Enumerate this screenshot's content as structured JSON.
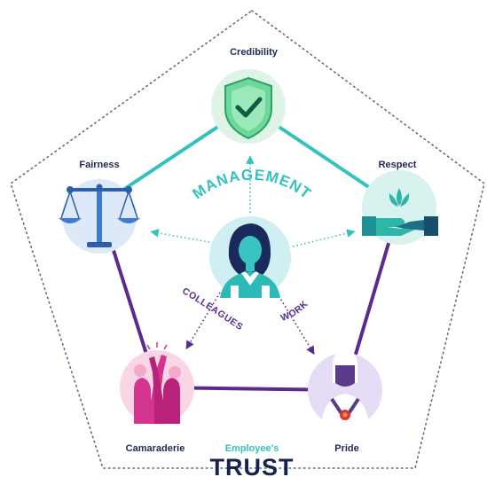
{
  "nodes": {
    "credibility": {
      "label": "Credibility",
      "icon": "shield-check-icon"
    },
    "respect": {
      "label": "Respect",
      "icon": "handshake-lotus-icon"
    },
    "fairness": {
      "label": "Fairness",
      "icon": "scales-icon"
    },
    "camaraderie": {
      "label": "Camaraderie",
      "icon": "high-five-icon"
    },
    "pride": {
      "label": "Pride",
      "icon": "medal-person-icon"
    }
  },
  "center": {
    "management": "MANAGEMENT",
    "colleagues": "COLLEAGUES",
    "work": "WORK",
    "icon": "employee-avatar-icon"
  },
  "footer": {
    "subtitle": "Employee's",
    "title": "TRUST"
  },
  "colors": {
    "teal": "#35c2bd",
    "purple": "#5a2a8e",
    "navy": "#17224e",
    "dots": "#5b6b8c"
  }
}
